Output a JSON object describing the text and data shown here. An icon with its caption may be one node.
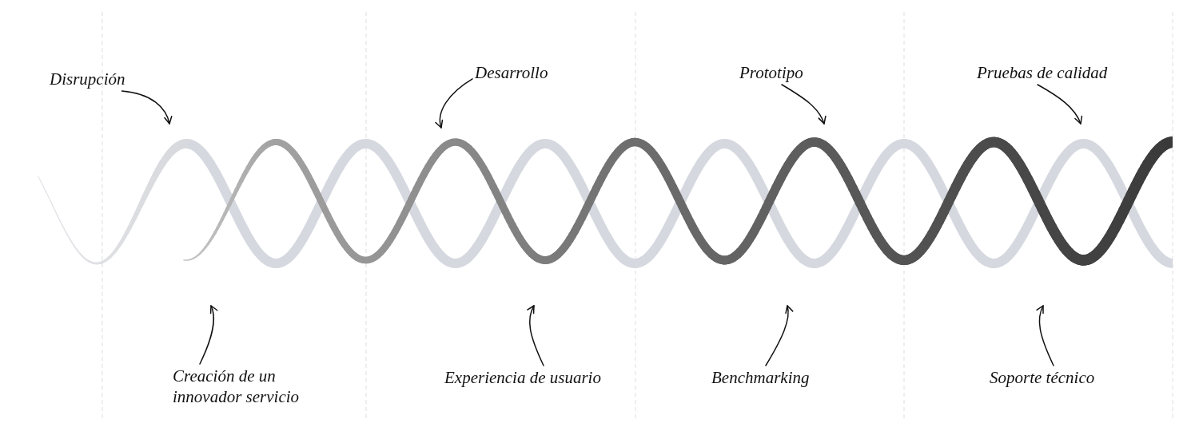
{
  "diagram": {
    "nodes": [
      {
        "text": [
          "Disrupción"
        ]
      },
      {
        "text": [
          "Desarrollo"
        ]
      },
      {
        "text": [
          "Prototipo"
        ]
      },
      {
        "text": [
          "Pruebas de calidad"
        ]
      },
      {
        "text": [
          "Creación de un innovador servicio"
        ]
      },
      {
        "text": [
          "Experiencia de usuario"
        ]
      },
      {
        "text": [
          "Benchmarking"
        ]
      },
      {
        "text": [
          "Soporte técnico"
        ]
      }
    ],
    "edges": [
      {
        "from": 0,
        "to": null,
        "arrow": "to"
      },
      {
        "from": 1,
        "to": null,
        "arrow": "to"
      },
      {
        "from": 2,
        "to": null,
        "arrow": "to"
      },
      {
        "from": 3,
        "to": null,
        "arrow": "to"
      },
      {
        "from": 4,
        "to": null,
        "arrow": "to"
      },
      {
        "from": 5,
        "to": null,
        "arrow": "to"
      },
      {
        "from": 6,
        "to": null,
        "arrow": "to"
      },
      {
        "from": 7,
        "to": null,
        "arrow": "to"
      }
    ]
  }
}
